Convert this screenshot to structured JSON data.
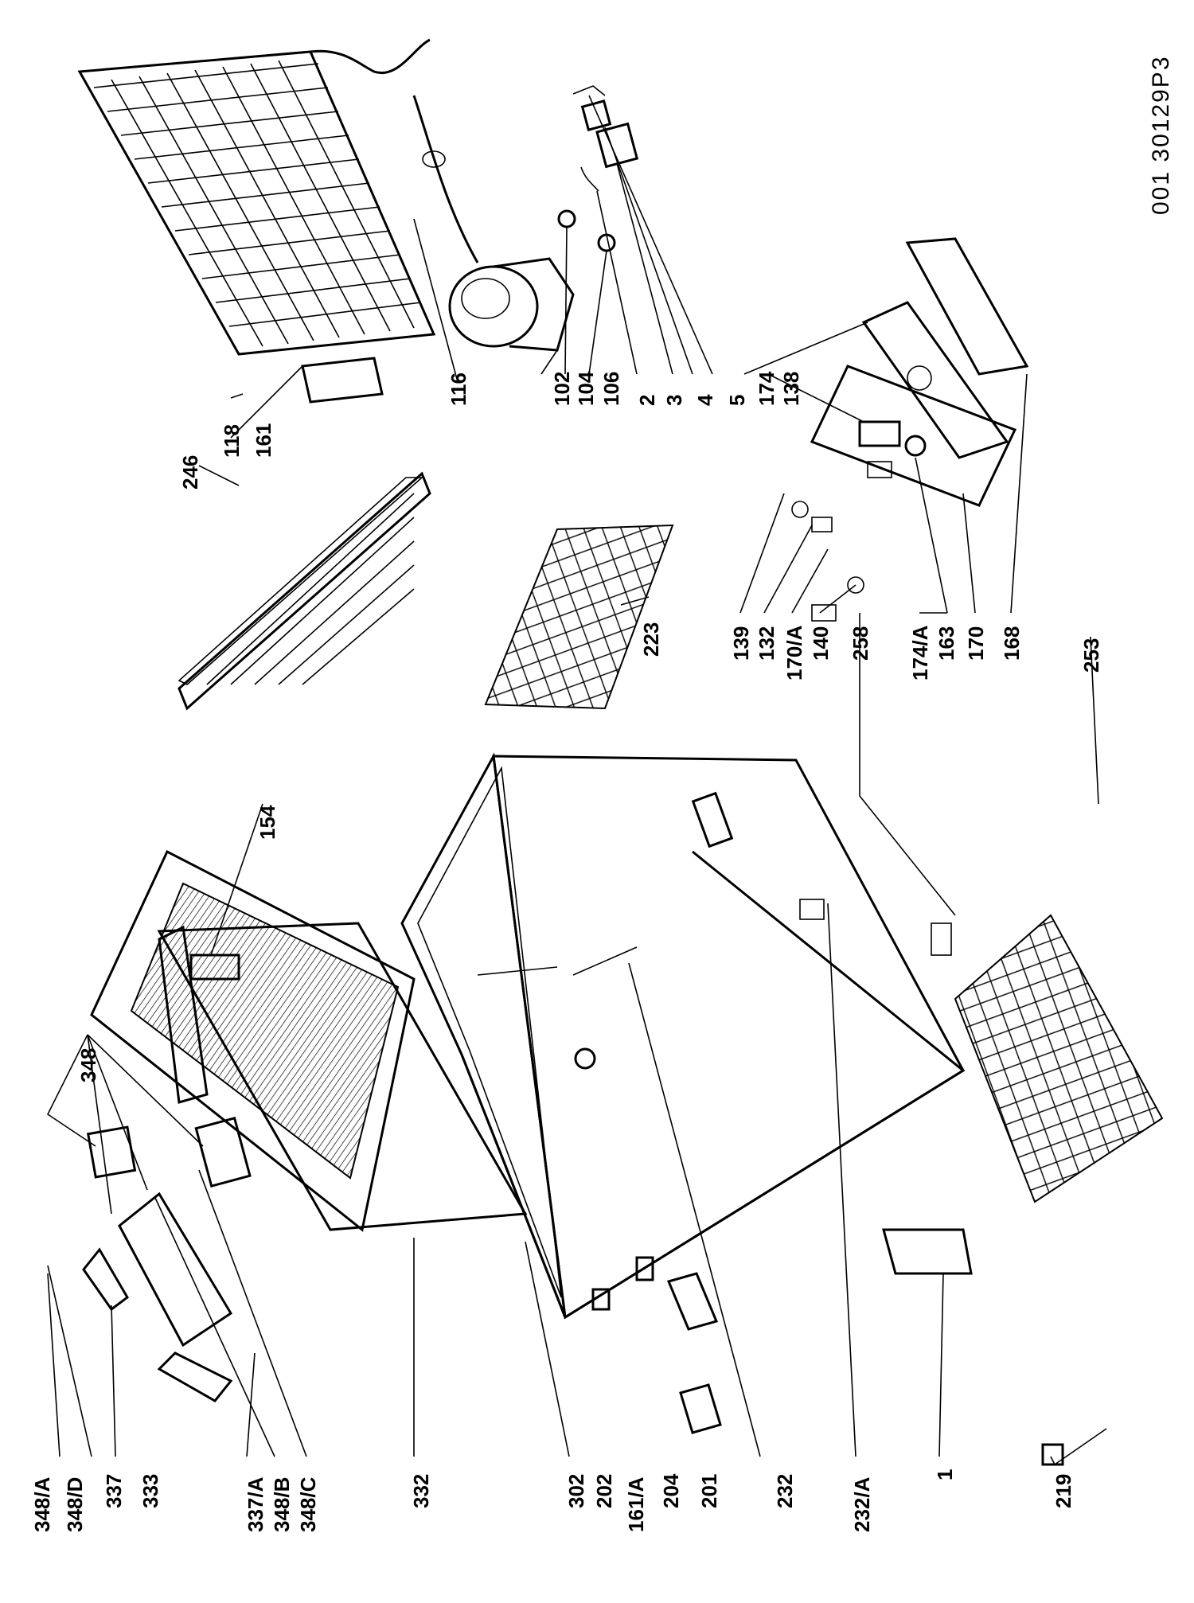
{
  "drawing_code": "001  30129P3",
  "labels": {
    "l246": "246",
    "l118": "118",
    "l161": "161",
    "l116": "116",
    "l102": "102",
    "l104": "104",
    "l106": "106",
    "l2": "2",
    "l3": "3",
    "l4": "4",
    "l5": "5",
    "l174": "174",
    "l138": "138",
    "l154": "154",
    "l223": "223",
    "l139": "139",
    "l132": "132",
    "l170a": "170/A",
    "l140": "140",
    "l258": "258",
    "l174a": "174/A",
    "l163": "163",
    "l170": "170",
    "l168": "168",
    "l253": "253",
    "l348": "348",
    "l348a": "348/A",
    "l348d": "348/D",
    "l337": "337",
    "l333": "333",
    "l337a": "337/A",
    "l348b": "348/B",
    "l348c": "348/C",
    "l332": "332",
    "l302": "302",
    "l202": "202",
    "l161a": "161/A",
    "l204": "204",
    "l201": "201",
    "l232": "232",
    "l232a": "232/A",
    "l1": "1",
    "l219": "219"
  }
}
